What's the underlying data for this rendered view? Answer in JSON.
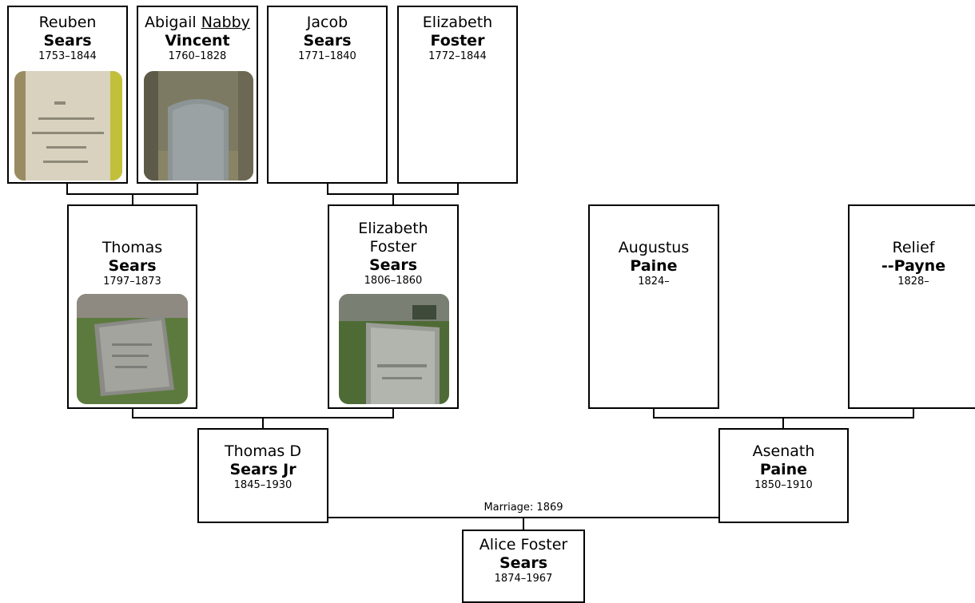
{
  "people": {
    "reuben": {
      "given": "Reuben",
      "surname": "Sears",
      "dates": "1753–1844"
    },
    "abigail": {
      "given_a": "Abigail",
      "given_b": "Nabby",
      "surname": "Vincent",
      "dates": "1760–1828"
    },
    "jacob": {
      "given": "Jacob",
      "surname": "Sears",
      "dates": "1771–1840"
    },
    "elizabeth_f": {
      "given": "Elizabeth",
      "surname": "Foster",
      "dates": "1772–1844"
    },
    "thomas": {
      "given": "Thomas",
      "surname": "Sears",
      "dates": "1797–1873"
    },
    "elizabeth_s": {
      "given": "Elizabeth Foster",
      "surname": "Sears",
      "dates": "1806–1860"
    },
    "augustus": {
      "given": "Augustus",
      "surname": "Paine",
      "dates": "1824–"
    },
    "relief": {
      "given": "Relief",
      "surname": "--Payne",
      "dates": "1828–"
    },
    "thomas_d": {
      "given": "Thomas D",
      "surname": "Sears Jr",
      "dates": "1845–1930"
    },
    "asenath": {
      "given": "Asenath",
      "surname": "Paine",
      "dates": "1850–1910"
    },
    "alice": {
      "given": "Alice Foster",
      "surname": "Sears",
      "dates": "1874–1967"
    }
  },
  "marriage_label": "Marriage: 1869"
}
